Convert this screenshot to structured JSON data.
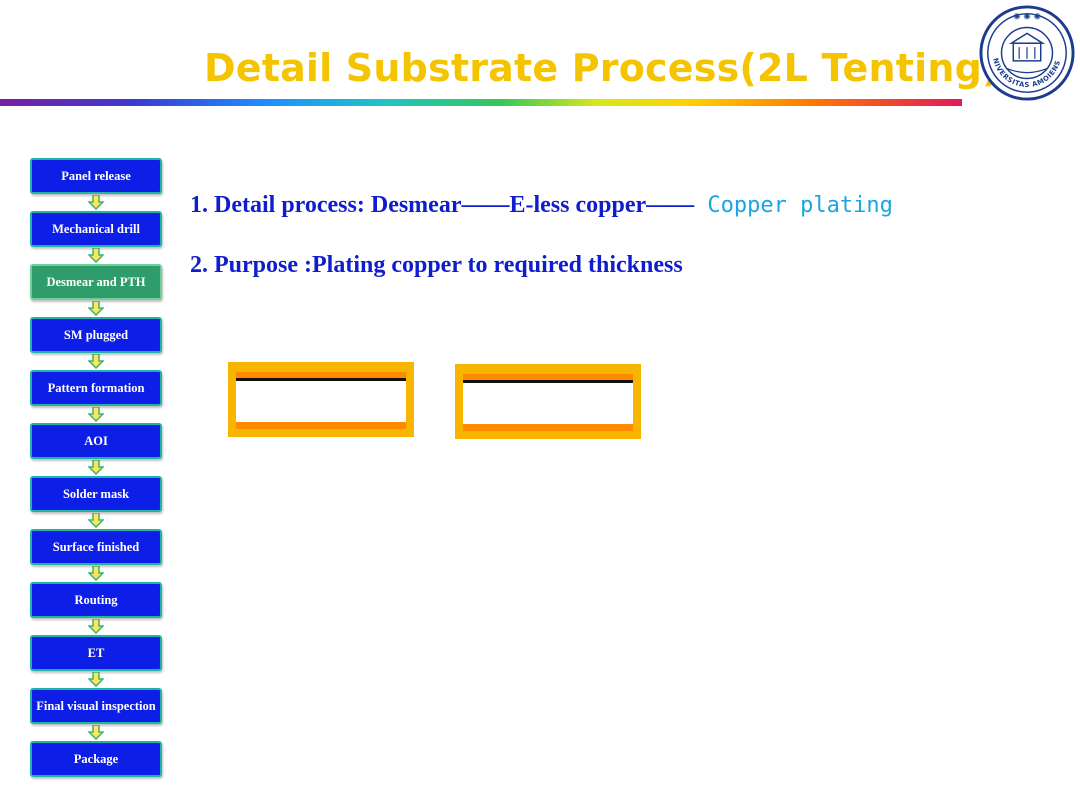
{
  "title": "Detail Substrate Process(2L Tenting)",
  "logo": {
    "text": "UNIVERSITAS AMOIENSIS",
    "icon": "university-seal-icon"
  },
  "flow": [
    {
      "label": "Panel release",
      "active": false
    },
    {
      "label": "Mechanical drill",
      "active": false
    },
    {
      "label": "Desmear and PTH",
      "active": true
    },
    {
      "label": "SM plugged",
      "active": false
    },
    {
      "label": "Pattern formation",
      "active": false
    },
    {
      "label": "AOI",
      "active": false
    },
    {
      "label": "Solder mask",
      "active": false
    },
    {
      "label": "Surface finished",
      "active": false
    },
    {
      "label": "Routing",
      "active": false
    },
    {
      "label": "ET",
      "active": false
    },
    {
      "label": "Final visual inspection",
      "active": false
    },
    {
      "label": "Package",
      "active": false
    }
  ],
  "line1": {
    "prefix": "1. Detail process: Desmear——E-less copper——",
    "highlight": " Copper plating"
  },
  "line2": "2. Purpose :Plating copper to required thickness",
  "colors": {
    "title": "#f5c400",
    "flow_box": "#0d1ee6",
    "flow_active": "#2e9d6b",
    "text": "#0f1dcc",
    "highlight": "#19a6e0",
    "substrate": "#f7b500",
    "copper": "#ff8a00"
  }
}
